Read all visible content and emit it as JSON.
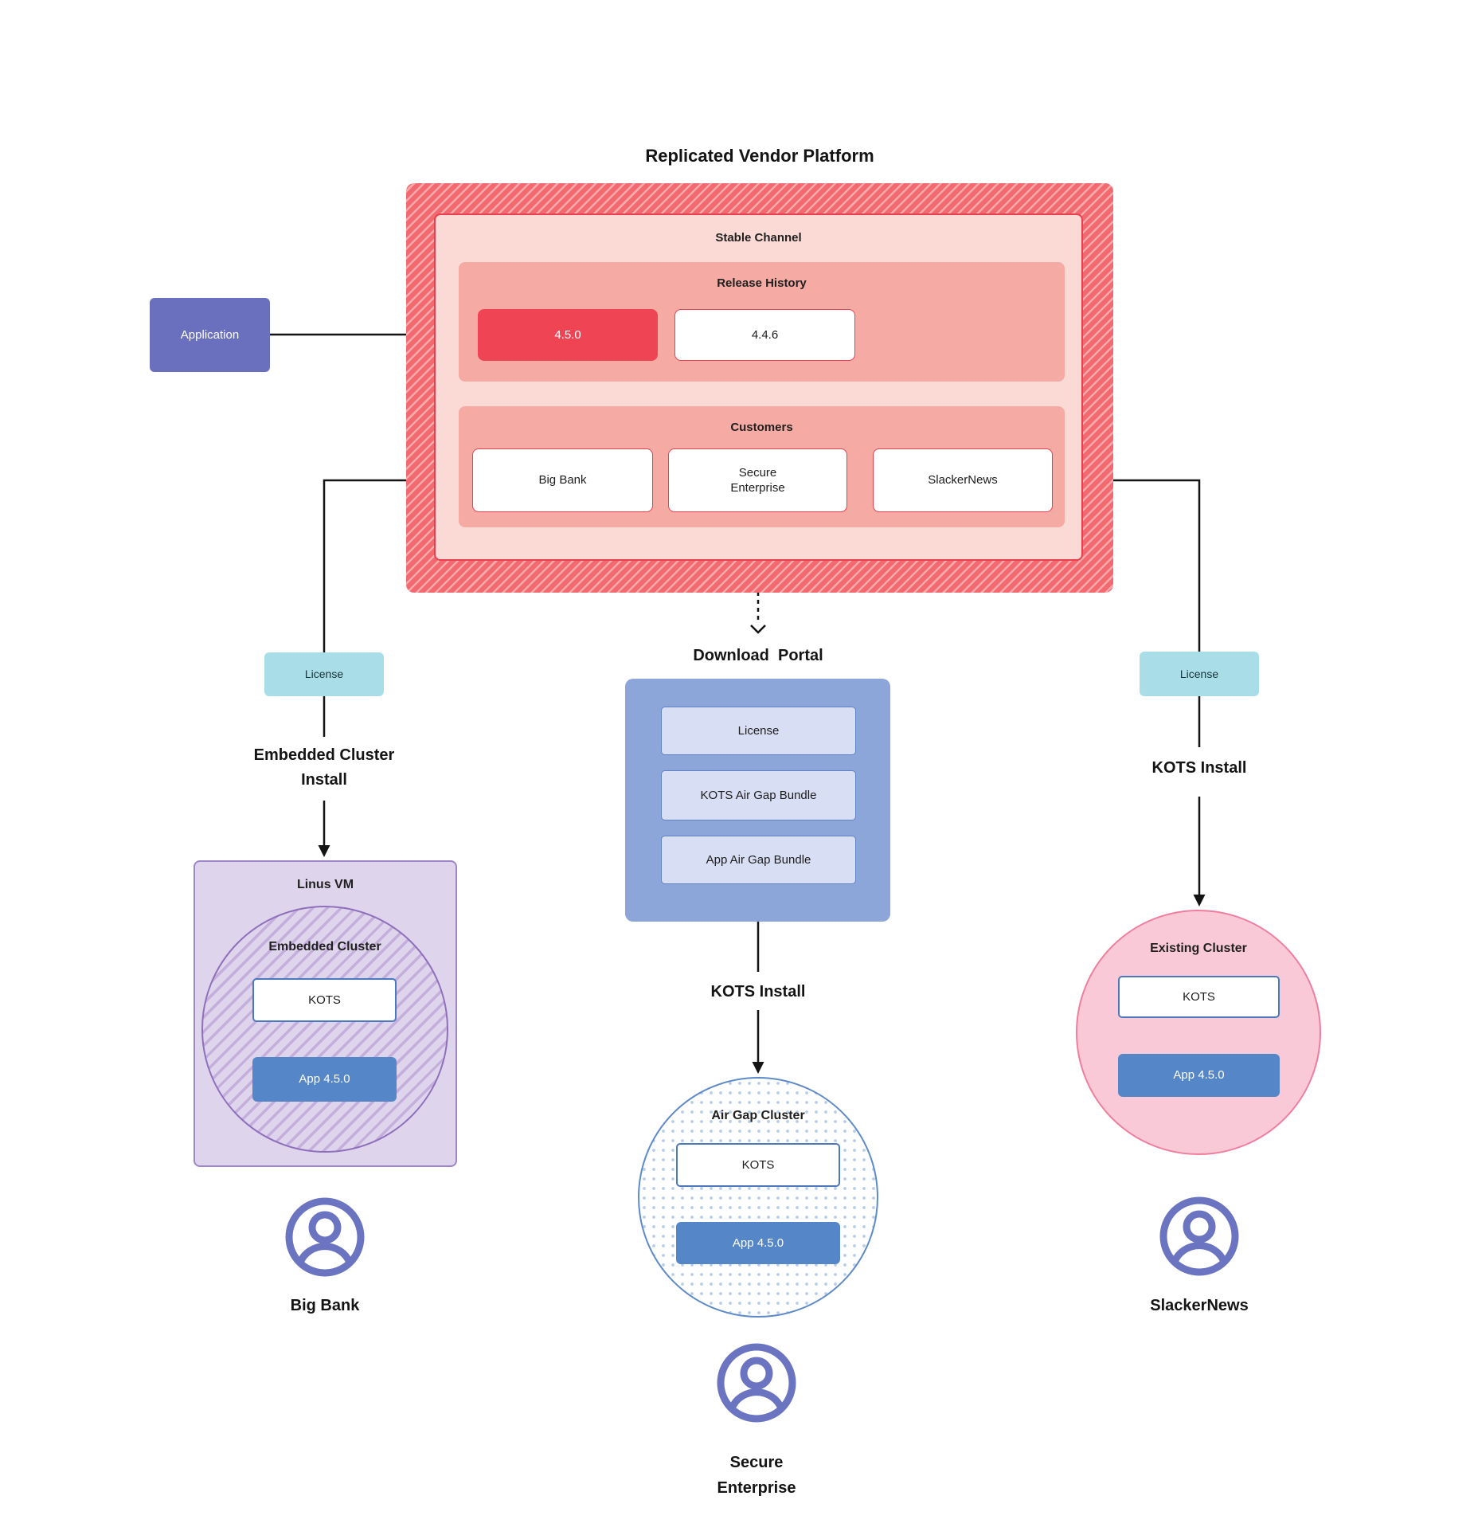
{
  "title": "Replicated Vendor Platform",
  "platform": {
    "stable_channel": {
      "label": "Stable Channel"
    },
    "release_history": {
      "label": "Release History",
      "releases": [
        {
          "version": "4.5.0",
          "highlight": true
        },
        {
          "version": "4.4.6",
          "highlight": false
        }
      ]
    },
    "customers": {
      "label": "Customers",
      "items": [
        "Big Bank",
        "Secure\nEnterprise",
        "SlackerNews"
      ]
    }
  },
  "application": {
    "label": "Application"
  },
  "left_flow": {
    "license_label": "License",
    "install_label": "Embedded Cluster\nInstall",
    "vm": {
      "title": "Linus VM",
      "cluster_title": "Embedded Cluster",
      "kots": "KOTS",
      "app": "App 4.5.0"
    },
    "user": "Big Bank"
  },
  "center_flow": {
    "portal_title": "Download  Portal",
    "portal_items": [
      "License",
      "KOTS Air Gap Bundle",
      "App Air Gap Bundle"
    ],
    "install_label": "KOTS Install",
    "cluster": {
      "title": "Air Gap Cluster",
      "kots": "KOTS",
      "app": "App 4.5.0"
    },
    "user": "Secure\nEnterprise"
  },
  "right_flow": {
    "license_label": "License",
    "install_label": "KOTS Install",
    "cluster": {
      "title": "Existing Cluster",
      "kots": "KOTS",
      "app": "App 4.5.0"
    },
    "user": "SlackerNews"
  },
  "colors": {
    "brand_red": "#EE4454",
    "red_border": "#E8404F",
    "hatch_red": "#F26970",
    "hatch_red_light": "#F8A9AB",
    "panel_salmon": "#F5ABA3",
    "channel_pink": "#FBDAD6",
    "application_purple": "#6A70BE",
    "license_teal": "#A9DEE8",
    "portal_blue": "#8CA6D9",
    "portal_item_blue": "#D8DEF3",
    "app_blue": "#5587C8",
    "kots_border_blue": "#4C79BE",
    "vm_purple": "#DED5EC",
    "vm_border_purple": "#9F86C8",
    "existing_pink": "#F9C9D7",
    "existing_border_pink": "#EF7D9E",
    "user_icon_purple": "#6B74C1",
    "connector_black": "#141414"
  }
}
